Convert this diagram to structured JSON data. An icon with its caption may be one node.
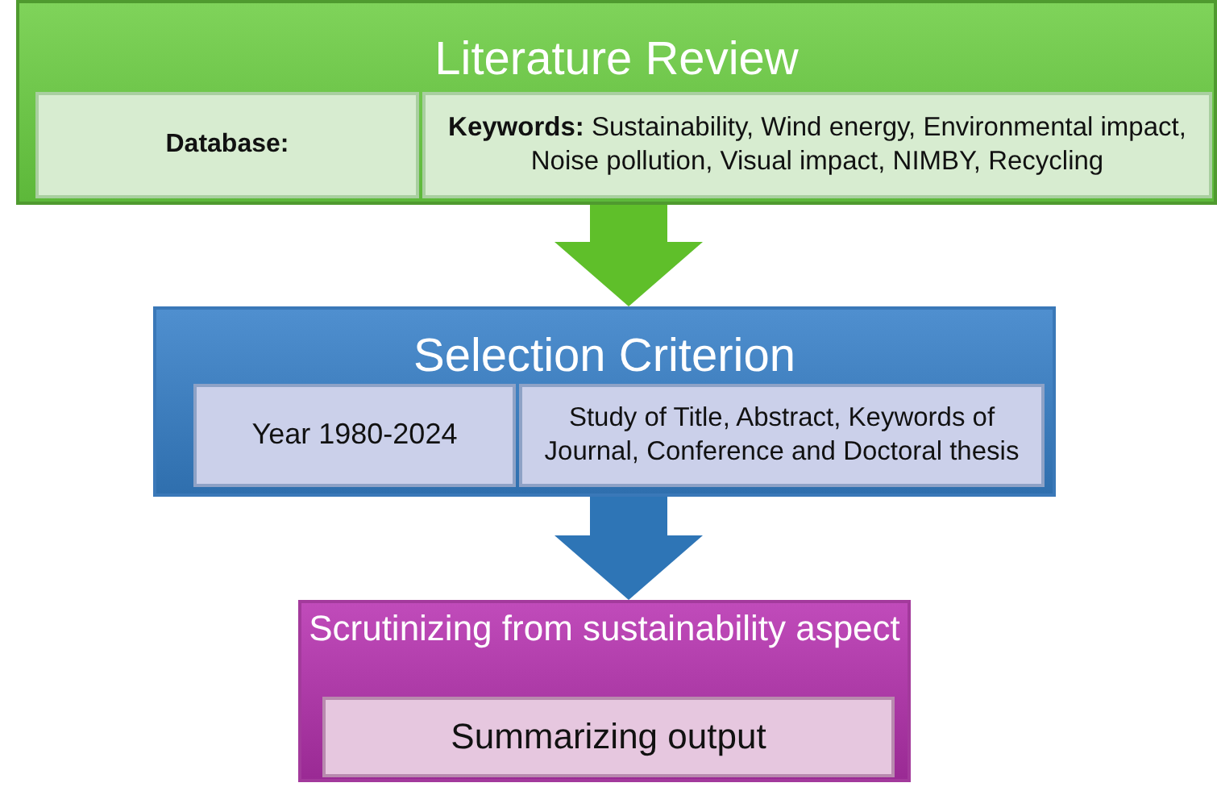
{
  "diagram": {
    "nodes": [
      {
        "text": [
          "Literature Review"
        ]
      },
      {
        "text": [
          "Database:"
        ],
        "in": 0
      },
      {
        "text": [
          "**Keywords:** Sustainability, Wind energy, Environmental impact, Noise pollution, Visual impact, NIMBY, Recycling"
        ],
        "in": 0
      },
      {
        "text": [
          "Selection Criterion"
        ]
      },
      {
        "text": [
          "Year 1980-2024"
        ],
        "in": 3
      },
      {
        "text": [
          "Study of Title, Abstract, Keywords of Journal, Conference and Doctoral thesis"
        ],
        "in": 3
      },
      {
        "text": [
          "Scrutinizing from sustainability aspect"
        ]
      },
      {
        "text": [
          "Summarizing output"
        ],
        "in": 6
      }
    ],
    "edges": [
      {
        "from": 0,
        "to": 3,
        "arrow": "to",
        "color": "#5fbf2a"
      },
      {
        "from": 3,
        "to": 6,
        "arrow": "to",
        "color": "#2e75b6"
      }
    ]
  }
}
